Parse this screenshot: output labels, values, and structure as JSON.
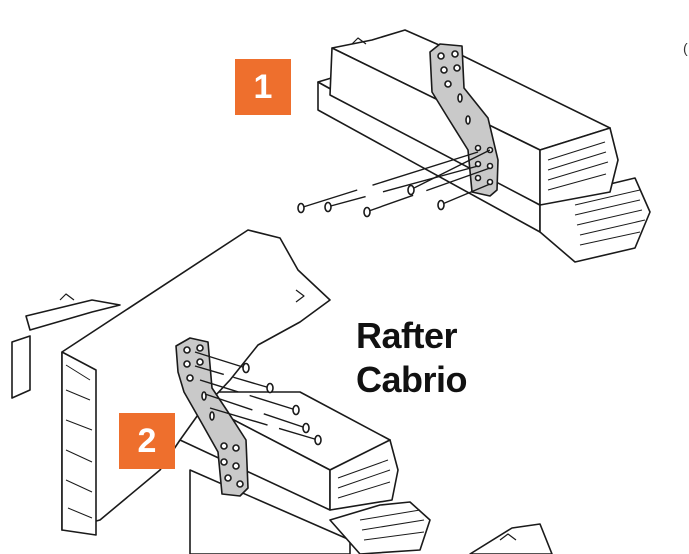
{
  "steps": [
    {
      "number": "1"
    },
    {
      "number": "2"
    }
  ],
  "caption": {
    "line1": "Rafter",
    "line2": "Cabrio"
  },
  "edge_mark": "(",
  "colors": {
    "badge": "#ee6f2d",
    "line": "#1a1a1a",
    "paper": "#ffffff",
    "connector": "#c9c9c9"
  },
  "icons": {
    "connector_plate": "angled-metal-strap-connector",
    "fasteners": "nail"
  }
}
